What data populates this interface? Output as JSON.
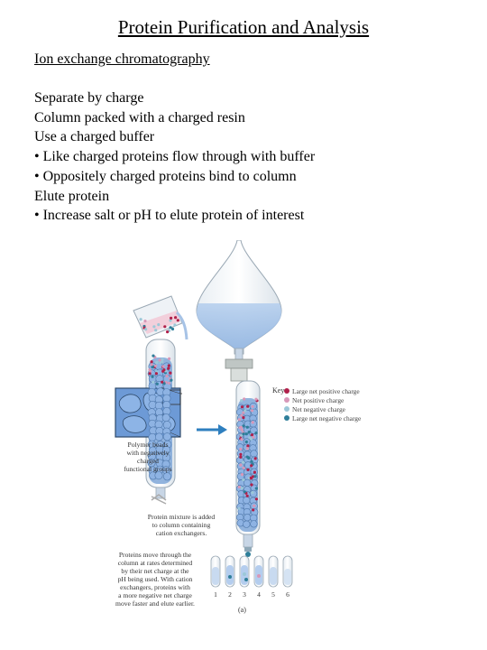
{
  "slide": {
    "title": "Protein Purification and Analysis",
    "subtitle": "Ion exchange chromatography",
    "lines": [
      "Separate by charge",
      "Column packed with a charged resin",
      "Use a charged buffer",
      "• Like charged proteins flow through with buffer",
      "• Oppositely charged proteins bind to column",
      "Elute protein",
      "• Increase salt or pH to elute protein of interest"
    ]
  },
  "figure": {
    "key_title": "Key:",
    "key_items": [
      {
        "label": "Large net positive charge",
        "color": "#b0204a"
      },
      {
        "label": "Net positive charge",
        "color": "#d898b8"
      },
      {
        "label": "Net negative charge",
        "color": "#9cc8d8"
      },
      {
        "label": "Large net negative charge",
        "color": "#2f7f9a"
      }
    ],
    "beads_caption": [
      "Polymer beads",
      "with negatively",
      "charged",
      "functional groups"
    ],
    "mixture_caption": [
      "Protein mixture is added",
      "to column containing",
      "cation exchangers."
    ],
    "proteins_caption": [
      "Proteins move through the",
      "column at rates determined",
      "by their net charge at the",
      "pH being used. With cation",
      "exchangers, proteins with",
      "a more negative net charge",
      "move faster and elute earlier."
    ],
    "tube_numbers": [
      "1",
      "2",
      "3",
      "4",
      "5",
      "6"
    ],
    "panel_label": "(a)"
  }
}
